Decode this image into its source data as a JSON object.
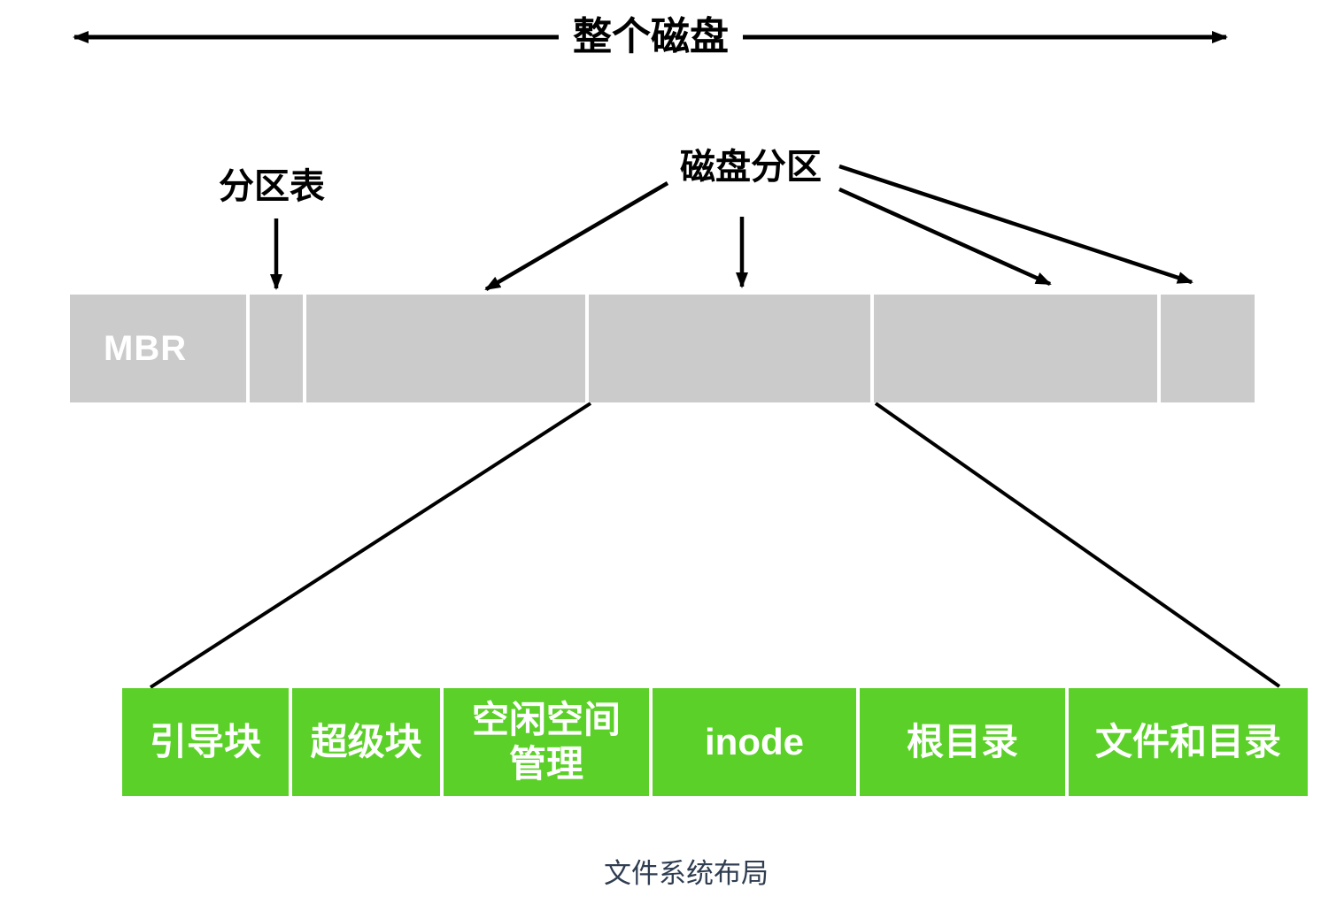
{
  "header": {
    "whole_disk_label": "整个磁盘"
  },
  "annotations": {
    "partition_table_label": "分区表",
    "disk_partition_label": "磁盘分区"
  },
  "disk_bar": {
    "segments": [
      {
        "id": "mbr",
        "label": "MBR"
      },
      {
        "id": "partition-table",
        "label": ""
      },
      {
        "id": "partition-1",
        "label": ""
      },
      {
        "id": "partition-2",
        "label": ""
      },
      {
        "id": "partition-3",
        "label": ""
      },
      {
        "id": "partition-4",
        "label": ""
      }
    ]
  },
  "fs_bar": {
    "segments": [
      {
        "id": "boot-block",
        "label": "引导块"
      },
      {
        "id": "superblock",
        "label": "超级块"
      },
      {
        "id": "free-space-management",
        "label": "空闲空间管理"
      },
      {
        "id": "inode",
        "label": "inode"
      },
      {
        "id": "root-directory",
        "label": "根目录"
      },
      {
        "id": "files-and-directories",
        "label": "文件和目录"
      }
    ]
  },
  "caption": "文件系统布局",
  "colors": {
    "disk_gray": "#cbcbcb",
    "fs_green": "#5bd028",
    "segment_text": "#ffffff",
    "arrow_black": "#000000",
    "caption_color": "#2f3d51",
    "background": "#ffffff"
  }
}
